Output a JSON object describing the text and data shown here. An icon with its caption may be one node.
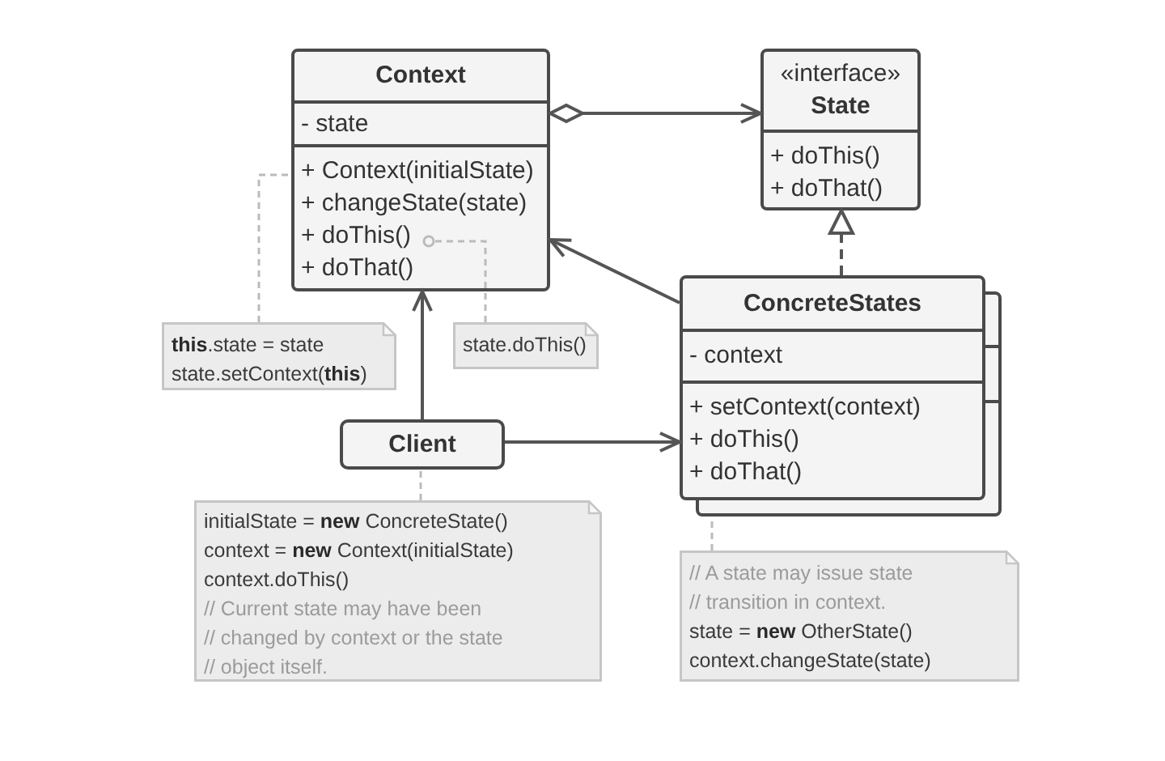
{
  "diagram": {
    "nodes": [
      {
        "text": [
          "Context",
          "- state",
          "+ Context(initialState)",
          "+ changeState(state)",
          "+ doThis()",
          "+ doThat()"
        ]
      },
      {
        "text": [
          "«interface»",
          "State",
          "+ doThis()",
          "+ doThat()"
        ]
      },
      {
        "text": [
          "ConcreteStates",
          "- context",
          "+ setContext(context)",
          "+ doThis()",
          "+ doThat()"
        ]
      },
      {
        "text": [
          "Client"
        ]
      },
      {
        "text": [
          "**this**.state = state",
          "state.setContext(**this**)"
        ]
      },
      {
        "text": [
          "state.doThis()"
        ]
      },
      {
        "text": [
          "initialState = **new** ConcreteState()",
          "context = **new** Context(initialState)",
          "context.doThis()",
          "// Current state may have been",
          "// changed by context or the state",
          "// object itself."
        ]
      },
      {
        "text": [
          "// A state may issue state",
          "// transition in context.",
          "state = **new** OtherState()",
          "context.changeState(state)"
        ]
      }
    ],
    "edges": [
      {
        "from": 0,
        "to": 1,
        "arrow": "to"
      },
      {
        "from": 2,
        "to": 1,
        "arrow": "to",
        "style": "dashed"
      },
      {
        "from": 2,
        "to": 0,
        "arrow": "to"
      },
      {
        "from": 3,
        "to": 0,
        "arrow": "to"
      },
      {
        "from": 3,
        "to": 2,
        "arrow": "to"
      },
      {
        "from": 4,
        "to": 0,
        "arrow": "none",
        "style": "dashed",
        "color": "#bbbbbb"
      },
      {
        "from": 5,
        "to": 0,
        "arrow": "other",
        "style": "dashed",
        "color": "#bbbbbb"
      },
      {
        "from": 6,
        "to": 3,
        "arrow": "none",
        "style": "dashed",
        "color": "#bbbbbb"
      },
      {
        "from": 7,
        "to": 2,
        "arrow": "none",
        "style": "dashed",
        "color": "#bbbbbb"
      }
    ]
  }
}
